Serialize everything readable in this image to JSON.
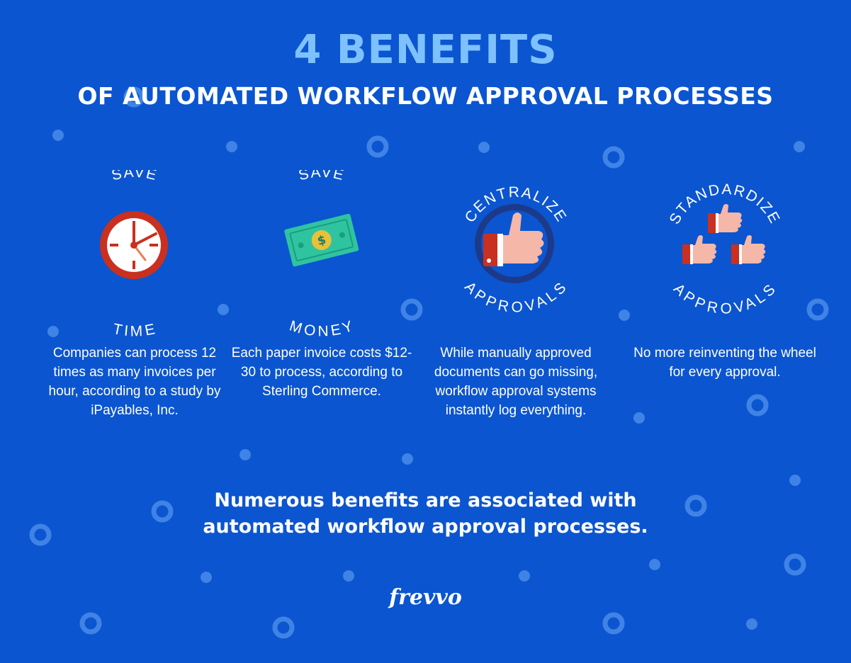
{
  "header": {
    "title": "4 BENEFITS",
    "subtitle": "OF AUTOMATED WORKFLOW APPROVAL PROCESSES"
  },
  "benefits": [
    {
      "top": "SAVE",
      "bottom": "TIME",
      "icon": "clock-icon",
      "description": "Companies can process 12 times as many invoices per hour, according to a study by iPayables, Inc."
    },
    {
      "top": "SAVE",
      "bottom": "MONEY",
      "icon": "money-icon",
      "description": "Each paper invoice costs $12-30 to process, according to Sterling Commerce."
    },
    {
      "top": "CENTRALIZE",
      "bottom": "APPROVALS",
      "icon": "thumbs-up-icon",
      "description": "While manually approved documents can go missing, workflow approval systems instantly log everything."
    },
    {
      "top": "STANDARDIZE",
      "bottom": "APPROVALS",
      "icon": "three-thumbs-up-icon",
      "description": "No more reinventing the wheel for every approval."
    }
  ],
  "summary": {
    "line1": "Numerous benefits are associated with",
    "line2": "automated workflow approval processes."
  },
  "logo": "frevvo",
  "colors": {
    "background": "#0b55d0",
    "title": "#7ec1ff",
    "text": "#ffffff",
    "dot": "#3f83e6"
  }
}
